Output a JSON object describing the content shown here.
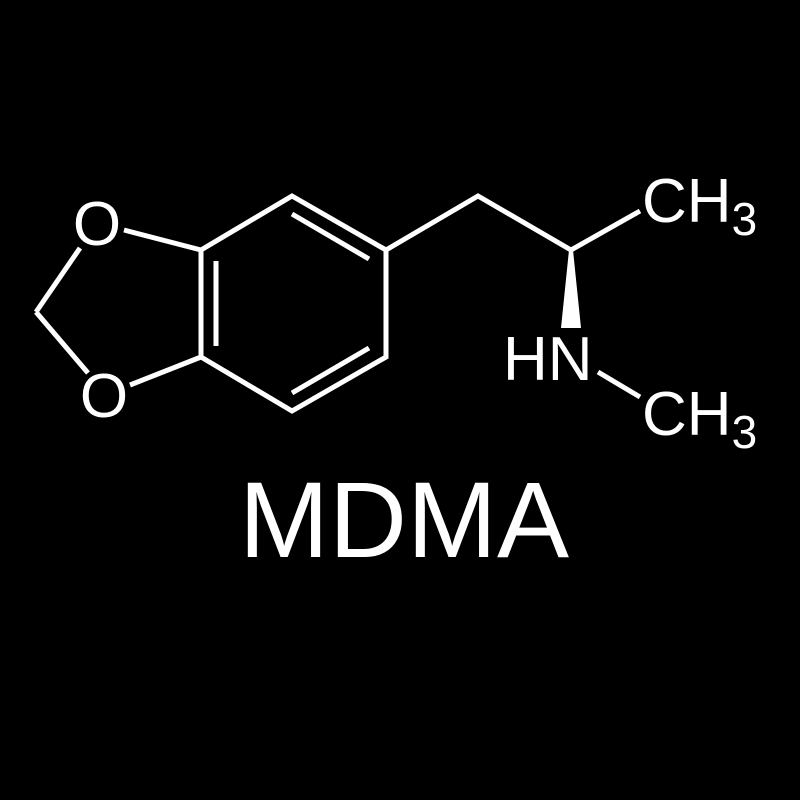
{
  "title": "MDMA",
  "colors": {
    "background": "#000000",
    "foreground": "#ffffff"
  },
  "atoms": {
    "oxygen_top": "O",
    "oxygen_bottom": "O",
    "methyl_top": {
      "main": "CH",
      "sub": "3"
    },
    "amine": "HN",
    "methyl_bottom": {
      "main": "CH",
      "sub": "3"
    }
  }
}
